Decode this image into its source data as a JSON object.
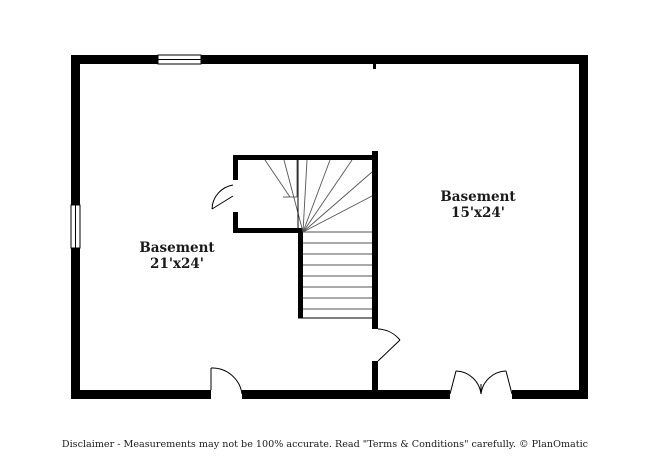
{
  "rooms": [
    {
      "name": "Basement",
      "dimensions": "21'x24'"
    },
    {
      "name": "Basement",
      "dimensions": "15'x24'"
    }
  ],
  "disclaimer": "Disclaimer - Measurements may not be 100% accurate. Read \"Terms & Conditions\" carefully. © PlanOmatic",
  "colors": {
    "walls": "#000000",
    "background": "#ffffff",
    "text": "#1a1a1a"
  }
}
